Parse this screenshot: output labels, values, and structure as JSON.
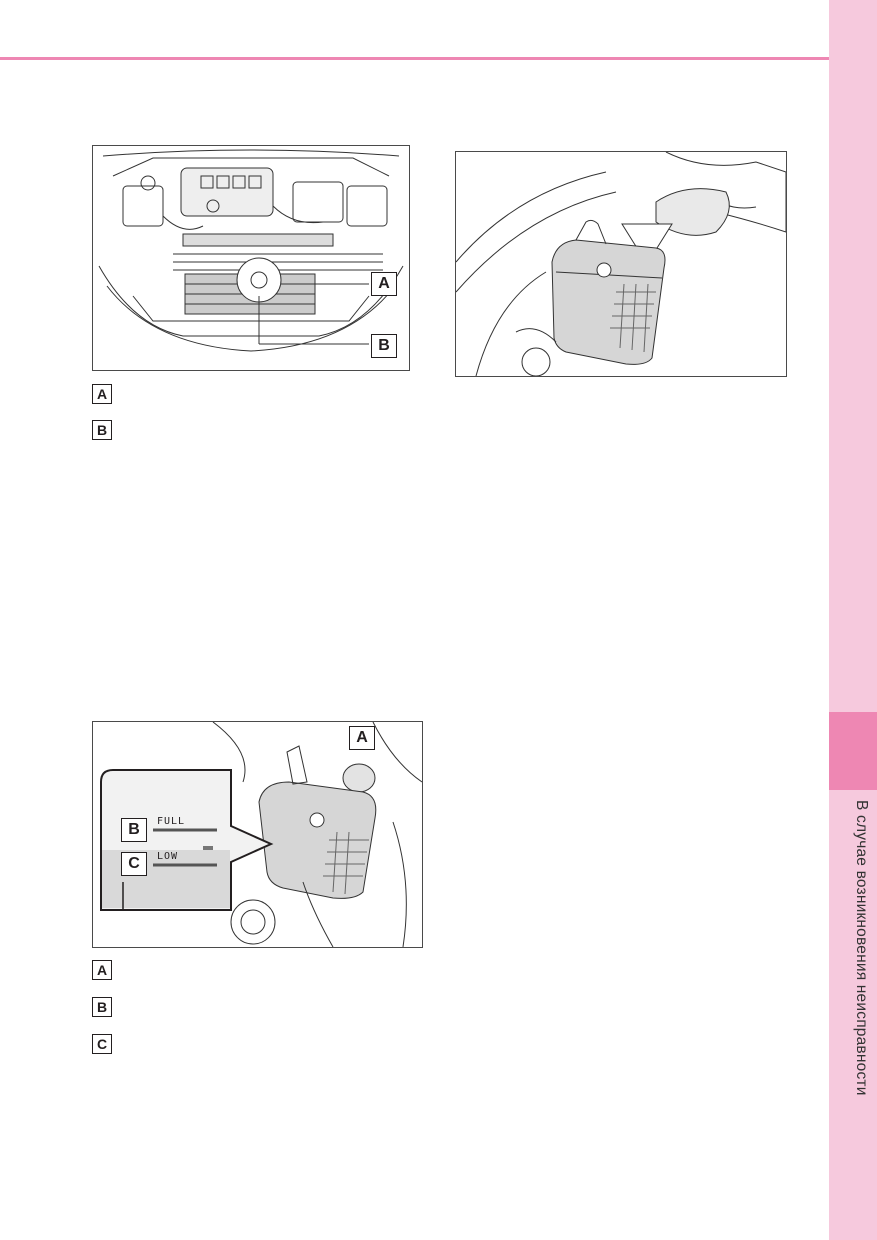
{
  "sidebar": {
    "section_title": "В случае возникновения неисправности"
  },
  "figure_engine": {
    "callouts": [
      "A",
      "B"
    ]
  },
  "figure_reservoir": {
    "callouts": [
      "A",
      "B",
      "C"
    ],
    "full_mark": "FULL",
    "low_mark": "LOW"
  },
  "legend_top": [
    "A",
    "B"
  ],
  "legend_bottom": [
    "A",
    "B",
    "C"
  ],
  "colors": {
    "accent_pink": "#ee87b3",
    "tab_pink": "#f6c9dd"
  }
}
